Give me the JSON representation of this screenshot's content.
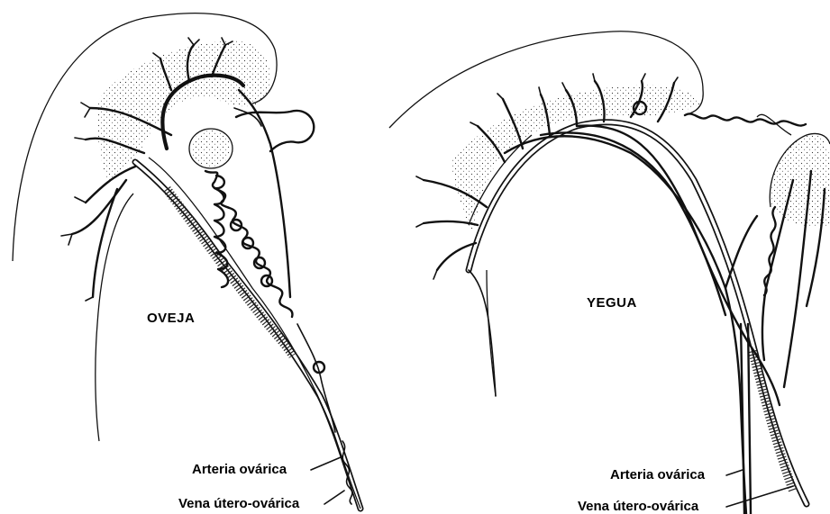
{
  "panels": {
    "left": {
      "species": "OVEJA",
      "artery_label": "Arteria ovárica",
      "vein_label": "Vena útero-ovárica"
    },
    "right": {
      "species": "YEGUA",
      "artery_label": "Arteria ovárica",
      "vein_label": "Vena útero-ovárica"
    }
  },
  "colors": {
    "ink": "#111111",
    "background": "#ffffff"
  }
}
